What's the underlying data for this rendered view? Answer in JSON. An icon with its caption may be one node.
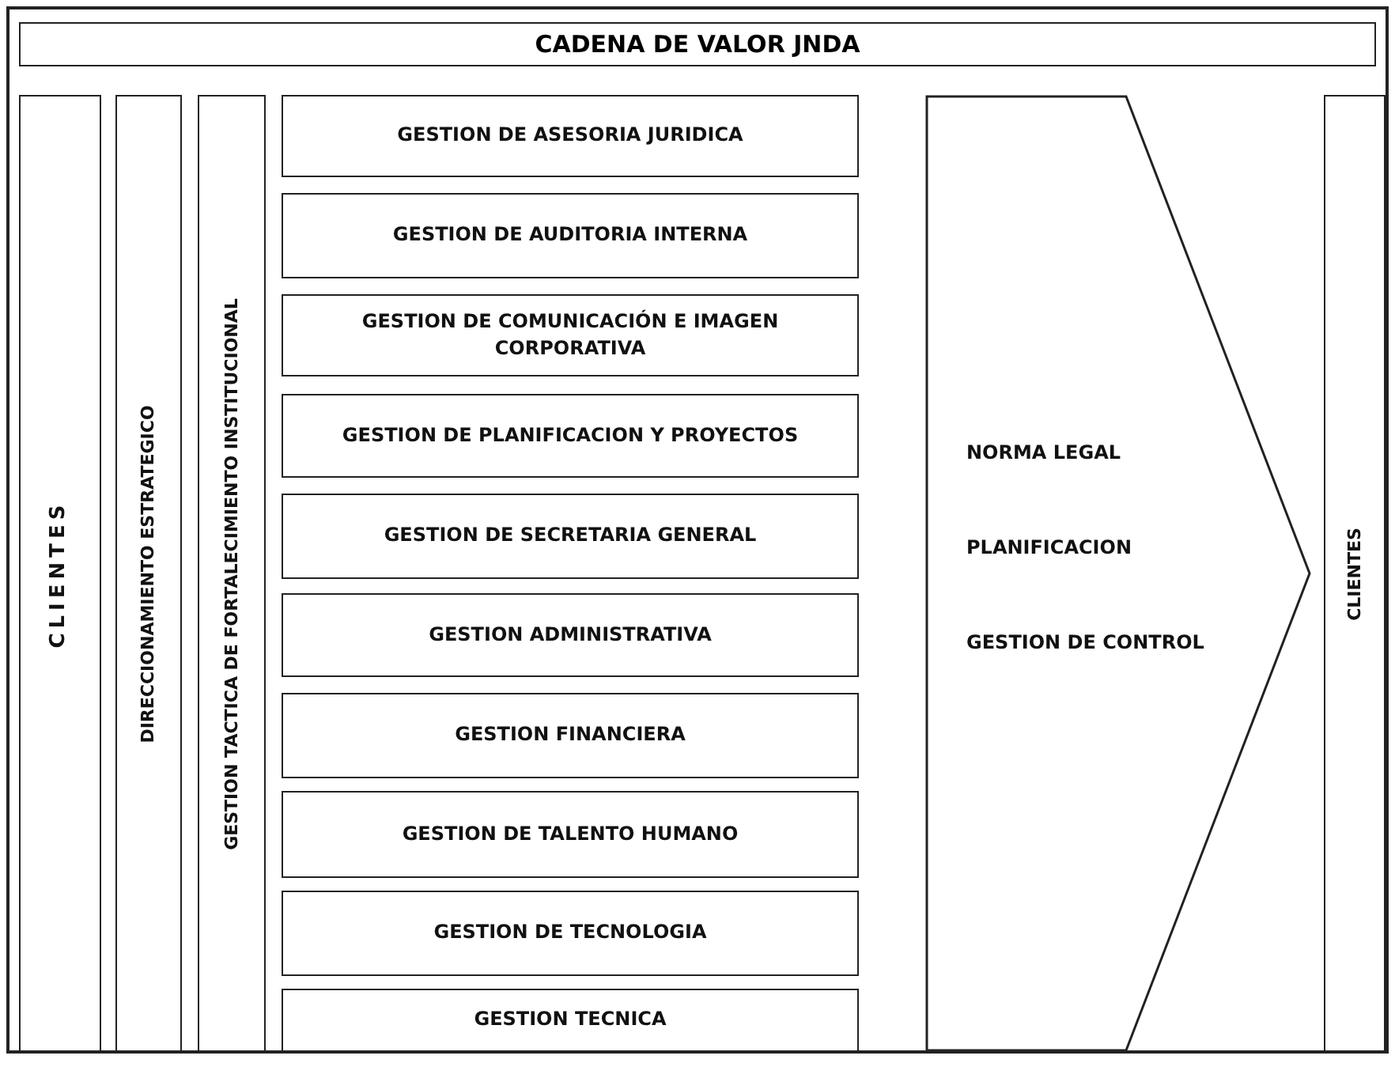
{
  "diagram": {
    "title": "CADENA DE VALOR JNDA",
    "nodes": [
      {
        "text": [
          "CLIENTES"
        ]
      },
      {
        "text": [
          "DIRECCIONAMIENTO ESTRATEGICO"
        ]
      },
      {
        "text": [
          "GESTION TACTICA DE FORTALECIMIENTO INSTITUCIONAL"
        ]
      },
      {
        "text": [
          "GESTION DE ASESORIA JURIDICA"
        ]
      },
      {
        "text": [
          "GESTION DE AUDITORIA INTERNA"
        ]
      },
      {
        "text": [
          "GESTION DE COMUNICACIÓN E IMAGEN CORPORATIVA"
        ]
      },
      {
        "text": [
          "GESTION DE PLANIFICACION Y PROYECTOS"
        ]
      },
      {
        "text": [
          "GESTION DE SECRETARIA GENERAL"
        ]
      },
      {
        "text": [
          "GESTION ADMINISTRATIVA"
        ]
      },
      {
        "text": [
          "GESTION FINANCIERA"
        ]
      },
      {
        "text": [
          "GESTION DE TALENTO HUMANO"
        ]
      },
      {
        "text": [
          "GESTION DE TECNOLOGIA"
        ]
      },
      {
        "text": [
          "GESTION TECNICA"
        ]
      },
      {
        "text": [
          "NORMA LEGAL",
          "PLANIFICACION",
          "GESTION DE CONTROL"
        ]
      },
      {
        "text": [
          "CLIENTES"
        ]
      }
    ],
    "edges": []
  }
}
